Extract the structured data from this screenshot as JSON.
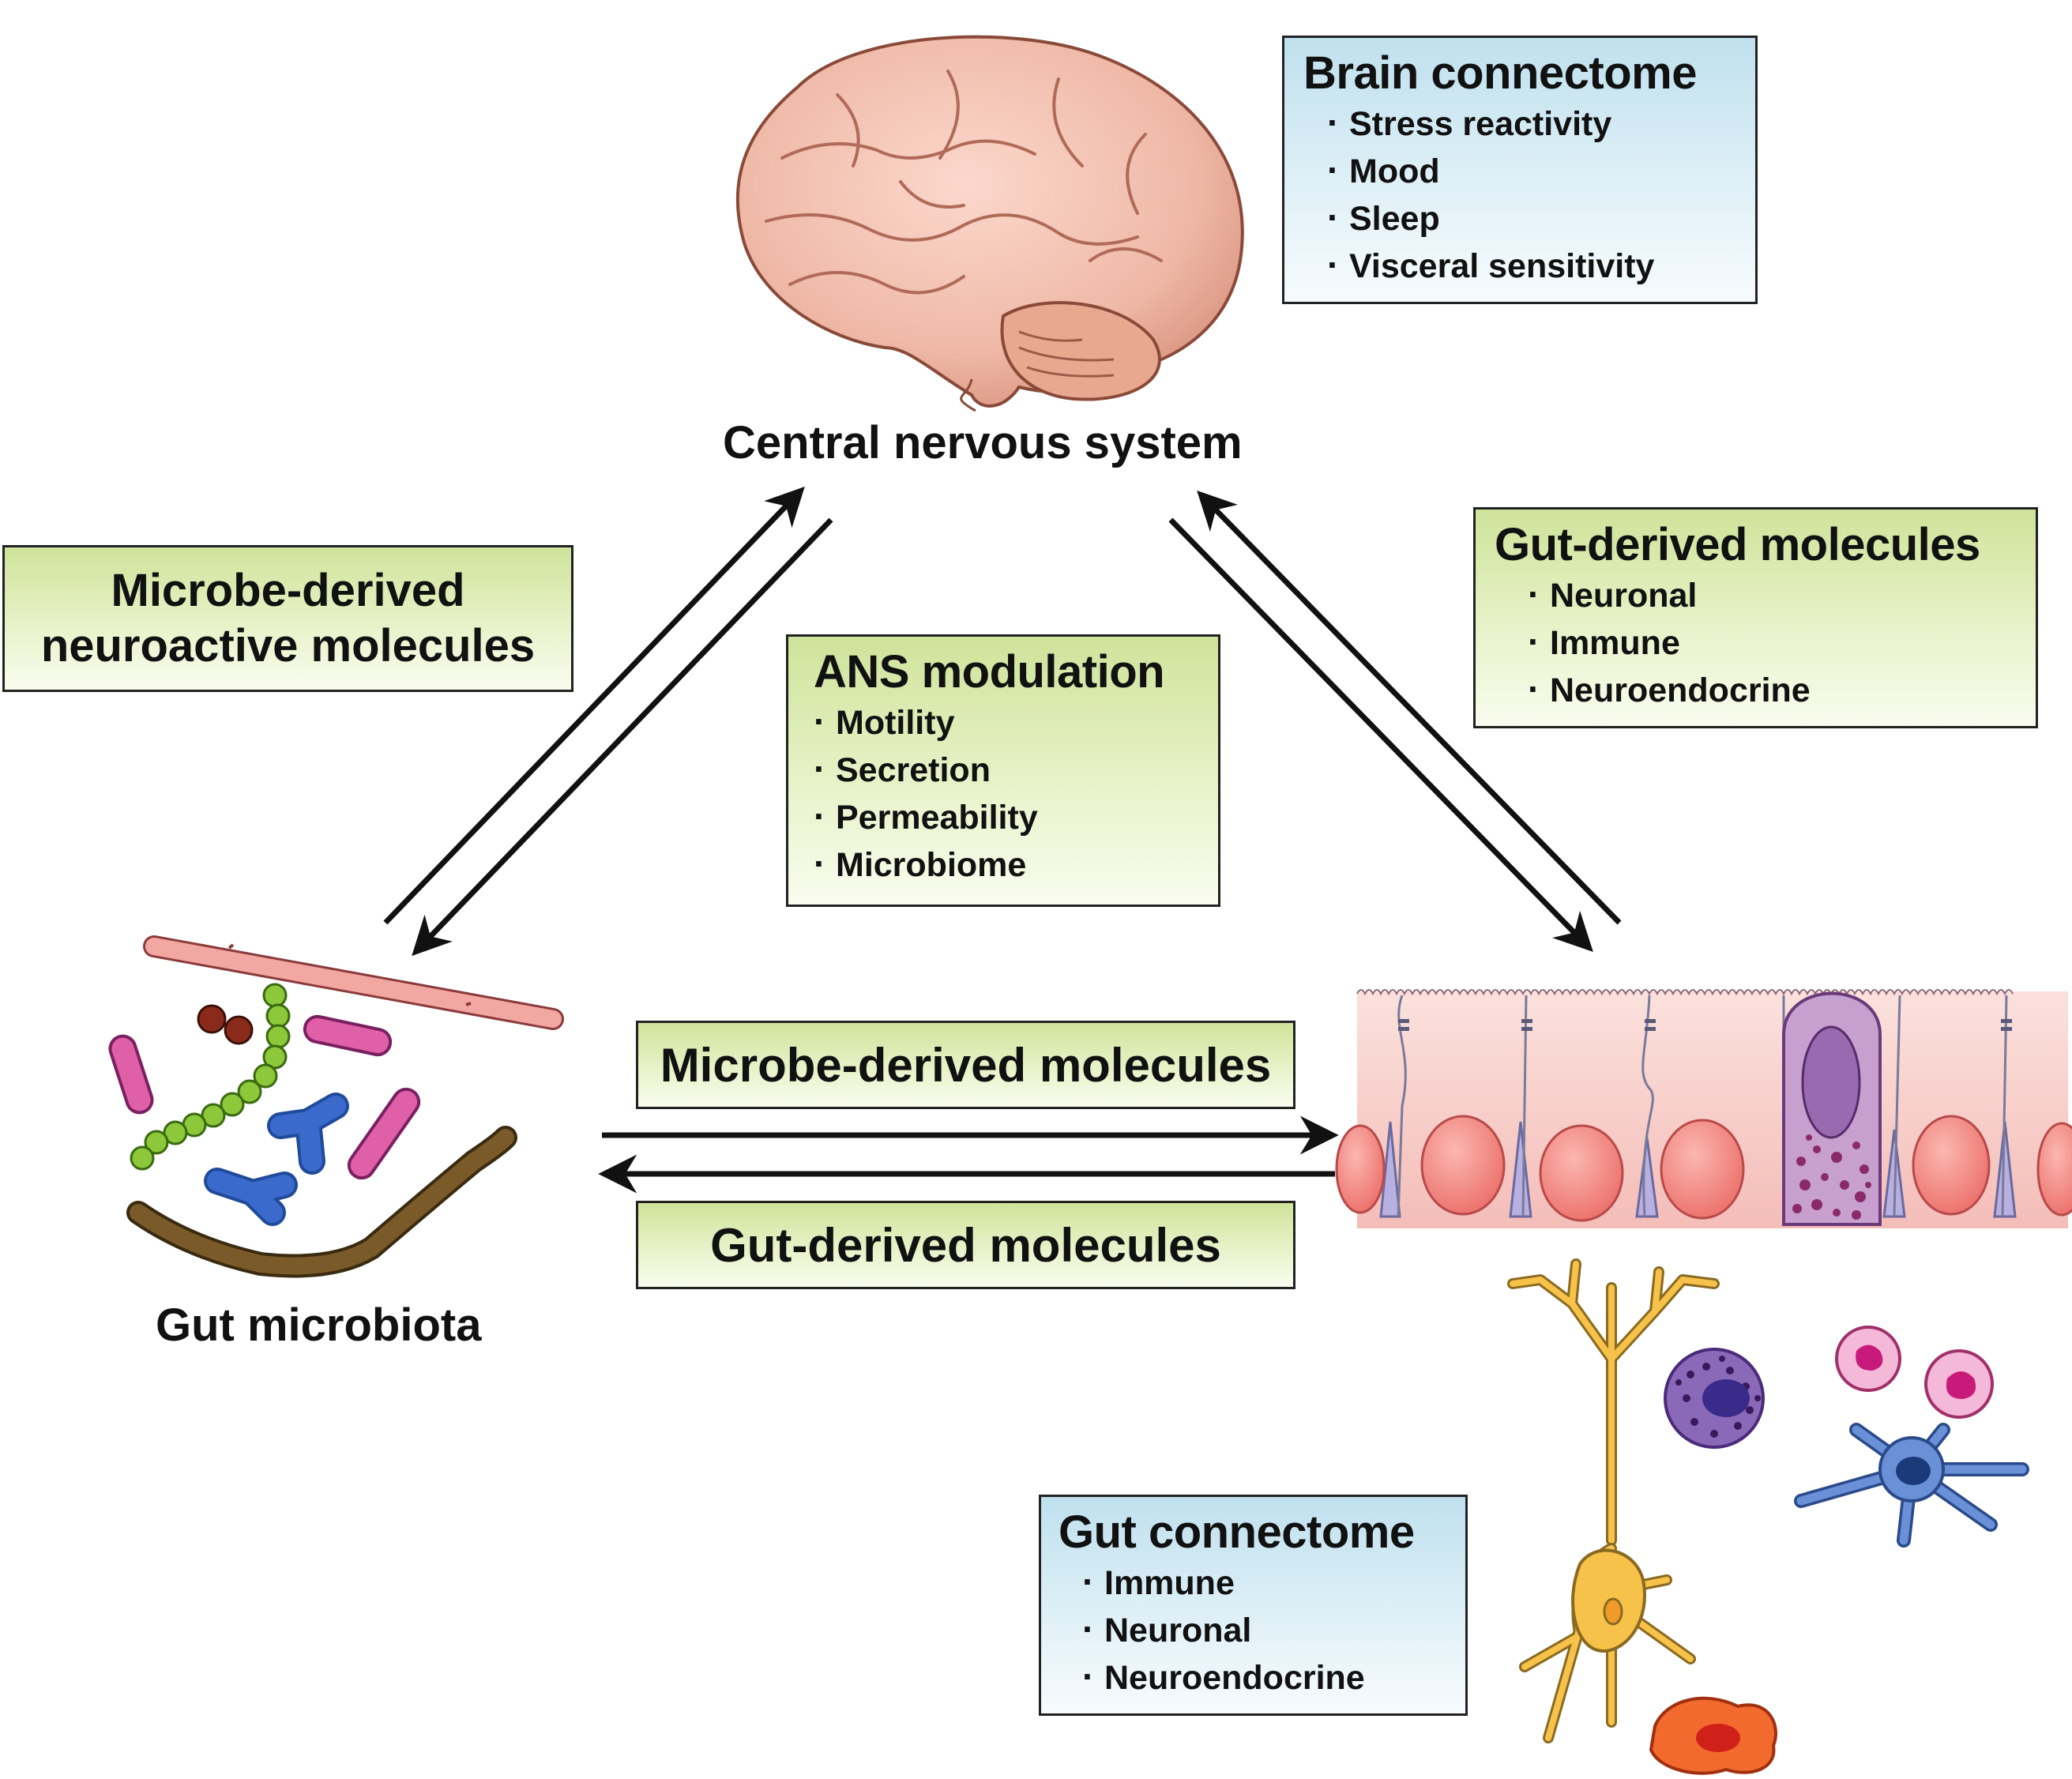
{
  "nodes": {
    "cns": "Central nervous system",
    "microbiota": "Gut microbiota"
  },
  "brain_connectome": {
    "title": "Brain connectome",
    "items": [
      "Stress reactivity",
      "Mood",
      "Sleep",
      "Visceral sensitivity"
    ]
  },
  "microbe_neuroactive": {
    "line1": "Microbe-derived",
    "line2": "neuroactive molecules"
  },
  "ans_modulation": {
    "title": "ANS modulation",
    "items": [
      "Motility",
      "Secretion",
      "Permeability",
      "Microbiome"
    ]
  },
  "gut_derived_top": {
    "title": "Gut-derived molecules",
    "items": [
      "Neuronal",
      "Immune",
      "Neuroendocrine"
    ]
  },
  "microbe_molecules": "Microbe-derived molecules",
  "gut_molecules": "Gut-derived molecules",
  "gut_connectome": {
    "title": "Gut connectome",
    "items": [
      "Immune",
      "Neuronal",
      "Neuroendocrine"
    ]
  },
  "colors": {
    "green_box": "#cfe39a",
    "blue_box": "#bfe0ee",
    "brain": "#efb8a6",
    "epithelium": "#f5c4c0",
    "nucleus": "#f0807c",
    "goblet": "#c7a0cf",
    "neuron": "#f7c24a",
    "immune_purple": "#6a3f9a",
    "immune_pink": "#d0448a",
    "dendritic": "#4a70c0",
    "macrophage": "#f26a2e"
  }
}
